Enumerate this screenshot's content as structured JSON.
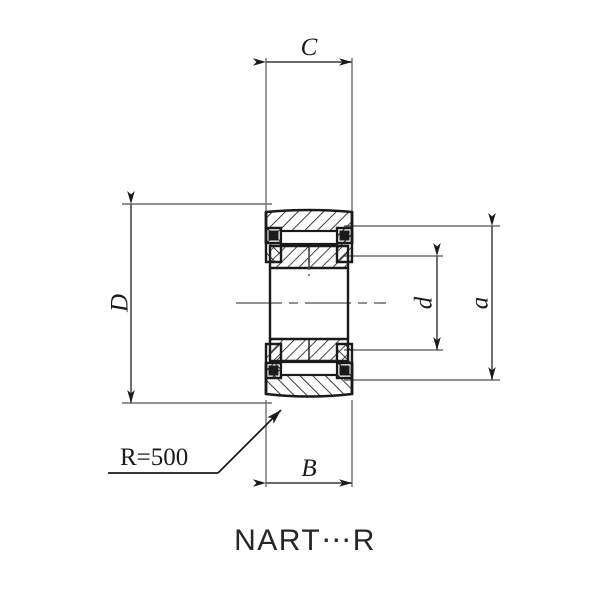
{
  "drawing": {
    "title": "NART⋯R",
    "part_family": "NART",
    "suffix": "R",
    "line_color": "#1a1a1a",
    "dim_line_color": "#555555",
    "hatch_color": "#1a1a1a",
    "background": "#ffffff"
  },
  "dimensions": {
    "outer_width": {
      "name": "C",
      "label": "C"
    },
    "outer_diameter": {
      "name": "D",
      "label": "D"
    },
    "inner_width": {
      "name": "B",
      "label": "B"
    },
    "bore_diameter": {
      "name": "d",
      "label": "d"
    },
    "inner_ring_outer_diameter": {
      "name": "a",
      "label": "a"
    }
  },
  "annotations": {
    "crown_radius": {
      "label": "R=500",
      "symbol": "R",
      "equals": "=",
      "value": "500"
    }
  },
  "chart_data": {
    "type": "table",
    "title": "NART⋯R",
    "categories": [
      "C",
      "D",
      "B",
      "d",
      "a",
      "R"
    ],
    "values": [
      "C",
      "D",
      "B",
      "d",
      "a",
      "500"
    ]
  }
}
